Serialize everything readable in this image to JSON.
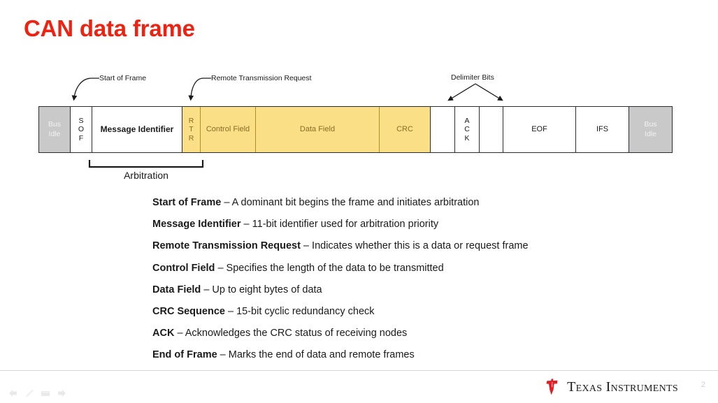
{
  "slide": {
    "title": "CAN data frame",
    "title_color": "#ee2211",
    "page_number": "2"
  },
  "diagram": {
    "name": "can-data-frame-diagram",
    "colors": {
      "idle_gray": "#c9c9c9",
      "field_yellow": "#fadf86",
      "yellow_text": "#8a6d28",
      "outline": "#2b2b33"
    },
    "cells": [
      {
        "id": "bus-idle-left",
        "label": "Bus\nIdle",
        "style": "gray",
        "orientation": "horizontal",
        "width": 45
      },
      {
        "id": "sof",
        "label": "S\nO\nF",
        "style": "white",
        "orientation": "stacked",
        "width": 31
      },
      {
        "id": "message-identifier",
        "label": "Message Identifier",
        "style": "white",
        "orientation": "horizontal",
        "width": 129
      },
      {
        "id": "rtr",
        "label": "R\nT\nR",
        "style": "yellow",
        "orientation": "stacked",
        "width": 26
      },
      {
        "id": "control-field",
        "label": "Control Field",
        "style": "yellow",
        "orientation": "horizontal",
        "width": 79
      },
      {
        "id": "data-field",
        "label": "Data Field",
        "style": "yellow",
        "orientation": "horizontal",
        "width": 177
      },
      {
        "id": "crc",
        "label": "CRC",
        "style": "yellow",
        "orientation": "horizontal",
        "width": 73
      },
      {
        "id": "crc-delimiter",
        "label": "",
        "style": "white",
        "orientation": "horizontal",
        "width": 35
      },
      {
        "id": "ack",
        "label": "A\nC\nK",
        "style": "white",
        "orientation": "stacked",
        "width": 35
      },
      {
        "id": "ack-delimiter",
        "label": "",
        "style": "white",
        "orientation": "horizontal",
        "width": 34
      },
      {
        "id": "eof",
        "label": "EOF",
        "style": "white",
        "orientation": "horizontal",
        "width": 104
      },
      {
        "id": "ifs",
        "label": "IFS",
        "style": "white",
        "orientation": "horizontal",
        "width": 76
      },
      {
        "id": "bus-idle-right",
        "label": "Bus\nIdle",
        "style": "gray",
        "orientation": "horizontal",
        "width": 61
      }
    ],
    "callouts": [
      {
        "id": "start-of-frame",
        "label": "Start of Frame"
      },
      {
        "id": "remote-transmission-request",
        "label": "Remote Transmission  Request"
      },
      {
        "id": "delimiter-bits",
        "label": "Delimiter Bits"
      }
    ],
    "bracket": {
      "id": "arbitration",
      "label": "Arbitration"
    }
  },
  "bullets": [
    {
      "term": "Start of Frame",
      "desc": " – A dominant bit begins the frame and initiates arbitration"
    },
    {
      "term": "Message Identifier",
      "desc": " – 11-bit identifier used for arbitration priority"
    },
    {
      "term": "Remote Transmission Request",
      "desc": " – Indicates  whether this is a data or request frame"
    },
    {
      "term": "Control Field",
      "desc": " – Specifies the length of the data to be transmitted"
    },
    {
      "term": "Data Field",
      "desc": " – Up to eight bytes of data"
    },
    {
      "term": "CRC Sequence",
      "desc": " – 15-bit cyclic redundancy check"
    },
    {
      "term": "ACK",
      "desc": " – Acknowledges  the CRC status of receiving nodes"
    },
    {
      "term": "End of Frame",
      "desc": " – Marks the end of data and remote frames"
    }
  ],
  "footer": {
    "brand": "Texas Instruments",
    "tools": [
      "back-arrow-icon",
      "pen-icon",
      "slide-icon",
      "forward-arrow-icon"
    ]
  }
}
